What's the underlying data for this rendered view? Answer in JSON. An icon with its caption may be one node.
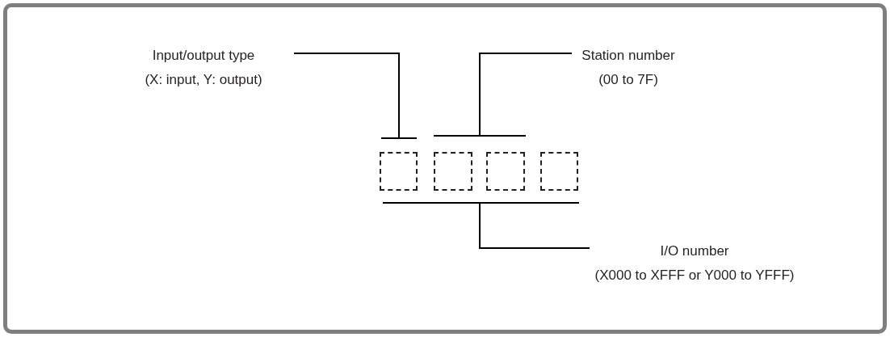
{
  "diagram": {
    "nodes": [
      {
        "text": [
          "Input/output type",
          "(X: input, Y: output)"
        ]
      },
      {
        "text": [
          "Station number",
          "(00 to 7F)"
        ]
      },
      {
        "text": [],
        "shape": "bar"
      },
      {
        "text": [],
        "shape": "bar"
      },
      {
        "text": [],
        "shape": "box"
      },
      {
        "text": [],
        "shape": "box"
      },
      {
        "text": [],
        "shape": "box"
      },
      {
        "text": [],
        "shape": "box"
      },
      {
        "text": [],
        "shape": "bar"
      },
      {
        "text": [
          "I/O number",
          "(X000 to XFFF or Y000 to YFFF)"
        ]
      }
    ],
    "edges": [
      {
        "from": 0,
        "to": 2,
        "arrow": "none"
      },
      {
        "from": 1,
        "to": 3,
        "arrow": "none"
      },
      {
        "from": 9,
        "to": 8,
        "arrow": "none"
      }
    ]
  }
}
